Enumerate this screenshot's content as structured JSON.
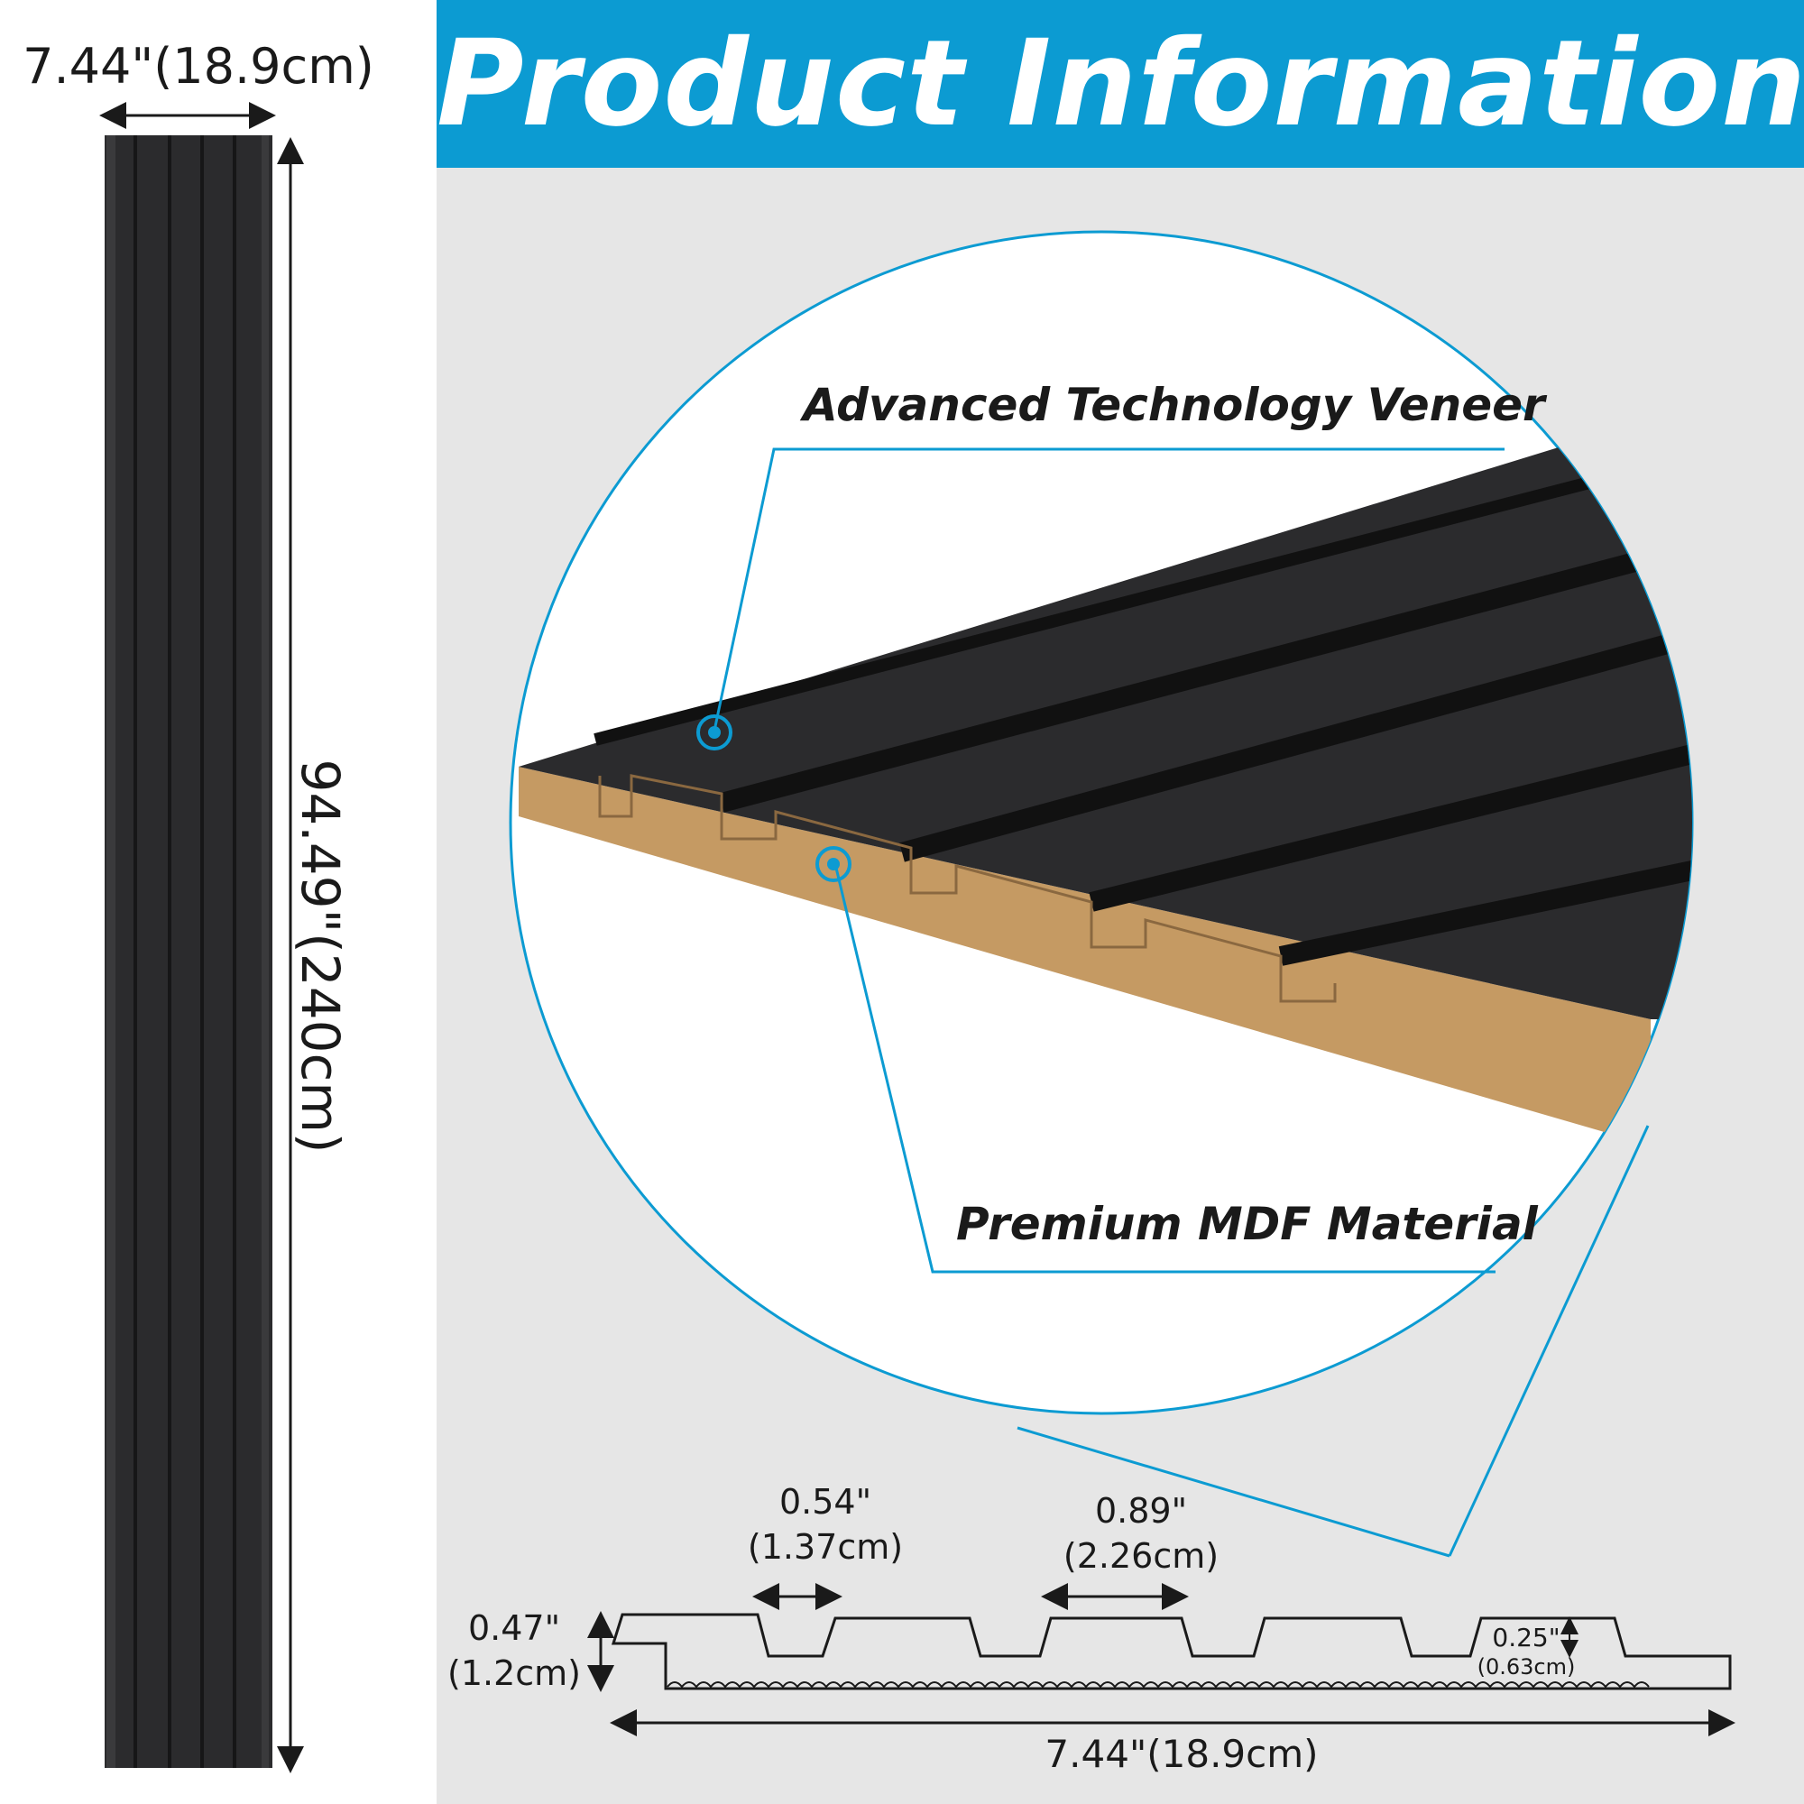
{
  "header": {
    "title": "Product Information"
  },
  "panel": {
    "width_label": "7.44\"(18.9cm)",
    "height_label": "94.49\"(240cm)"
  },
  "callouts": {
    "veneer": "Advanced Technology Veneer",
    "mdf": "Premium MDF Material"
  },
  "profile": {
    "groove_width": {
      "in": "0.54\"",
      "cm": "(1.37cm)"
    },
    "slat_width": {
      "in": "0.89\"",
      "cm": "(2.26cm)"
    },
    "thickness": {
      "in": "0.47\"",
      "cm": "(1.2cm)"
    },
    "groove_depth": {
      "in": "0.25\"",
      "cm": "(0.63cm)"
    },
    "total_width": "7.44\"(18.9cm)"
  },
  "colors": {
    "accent": "#0c9bd2",
    "panel": "#2b2b2d",
    "mdf": "#c59a63",
    "background": "#e6e6e6"
  }
}
